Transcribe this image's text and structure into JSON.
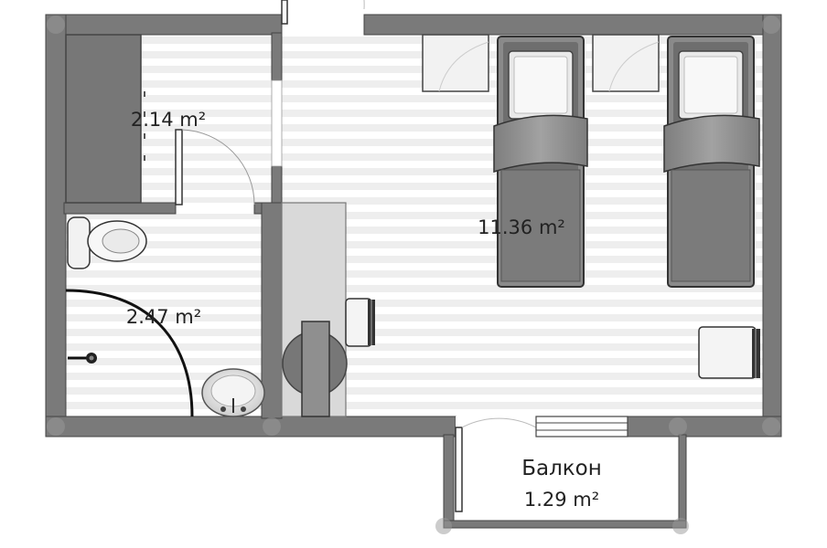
{
  "plan": {
    "rooms": {
      "closet": {
        "area": "2.14 m²"
      },
      "bathroom": {
        "area": "2.47 m²"
      },
      "bedroom": {
        "area": "11.36 m²"
      },
      "balcony": {
        "name": "Балкон",
        "area": "1.29 m²"
      }
    },
    "colors": {
      "wall": "#7a7a7a",
      "wall_dark": "#555555",
      "floor_stripe": "#ededed",
      "furniture_dark": "#6f6f6f",
      "furniture_mid": "#8c8c8c",
      "furniture_light": "#d9d9d9",
      "bedding": "#e6e6e6"
    }
  }
}
